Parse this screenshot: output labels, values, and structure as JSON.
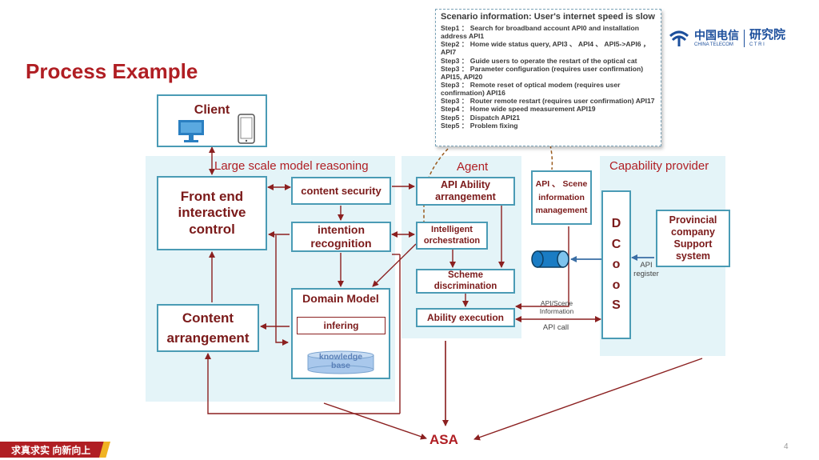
{
  "title": "Process Example",
  "page_number": "4",
  "footer_slogan": "求真求实 向新向上",
  "logo": {
    "brand_cn": "中国电信",
    "brand_en": "CHINA TELECOM",
    "institute_cn": "研究院",
    "institute_en": "C T R I"
  },
  "scenario": {
    "heading": "Scenario information: User's internet speed is slow",
    "steps": [
      "Step1 ： Search for broadband account API0 and installation address API1",
      "Step2 ： Home wide status query, API3 、 API4 、 API5->API6 ，API7",
      "Step3 ： Guide users to operate the restart of the optical cat",
      "Step3 ： Parameter configuration (requires user confirmation) API15, API20",
      "Step3 ： Remote reset of optical modem (requires user confirmation) API16",
      "Step3 ： Router remote restart (requires user confirmation) API17",
      "Step4 ： Home wide speed measurement API19",
      "Step5 ： Dispatch API21",
      "Step5 ： Problem fixing"
    ]
  },
  "sections": {
    "reasoning": "Large scale model reasoning",
    "agent": "Agent",
    "capability": "Capability provider"
  },
  "boxes": {
    "client": "Client",
    "front_end": "Front end interactive control",
    "content_security": "content security",
    "intention": "intention recognition",
    "domain_model": "Domain Model",
    "infering": "infering",
    "knowledge_base": "knowledge base",
    "content_arrangement": "Content arrangement",
    "api_ability": "API Ability arrangement",
    "intelligent_orch": "Intelligent orchestration",
    "scheme": "Scheme discrimination",
    "ability_exec": "Ability execution",
    "api_scene": "API 、 Scene information management",
    "dcoos": [
      "D",
      "C",
      "o",
      "o",
      "S"
    ],
    "provincial": "Provincial company Support system"
  },
  "labels": {
    "api_register": "API register",
    "api_scene_info": "API/Scene Information",
    "api_call": "API call",
    "asa": "ASA"
  },
  "colors": {
    "accent_red": "#b01e23",
    "box_border": "#4a9bb5",
    "panel_bg": "#e4f4f8",
    "arrow": "#8b2020"
  }
}
